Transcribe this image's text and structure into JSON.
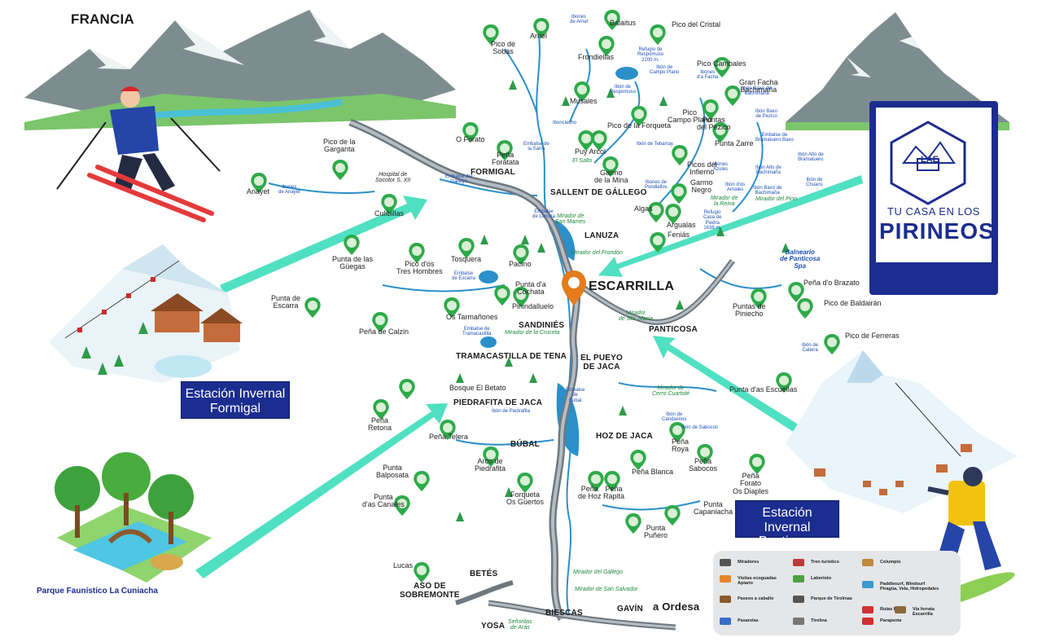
{
  "header": {
    "country": "FRANCIA"
  },
  "brand": {
    "logo_text": "LAE",
    "line1": "TU CASA EN LOS",
    "line2": "PIRINEOS"
  },
  "stations": [
    {
      "line1": "Estación Invernal",
      "line2": "Formigal"
    },
    {
      "line1": "Estación Invernal",
      "line2": "Panticosa"
    }
  ],
  "park": {
    "label": "Parque Faunístico La Cuniacha"
  },
  "towns": {
    "escarrilla": "ESCARRILLA",
    "formigal": "FORMIGAL",
    "sallent": "SALLENT DE GÁLLEGO",
    "lanuza": "LANUZA",
    "sandinies": "SANDINIÉS",
    "tramacastilla": "TRAMACASTILLA DE TENA",
    "pueyo": "EL PUEYO\nDE JACA",
    "panticosa": "PANTICOSA",
    "piedrafita": "PIEDRAFITA DE JACA",
    "bubal": "BÚBAL",
    "hoz": "HOZ DE JACA",
    "betes": "BETÉS",
    "aso": "ASO DE\nSOBREMONTE",
    "yosa": "YOSA",
    "biescas": "BIESCAS",
    "gavin": "GAVÍN",
    "ordesa": "a Ordesa"
  },
  "peaks": [
    "Pico de\nSobas",
    "Arriel",
    "Balaitus",
    "Pico del Cristal",
    "Frondiellas",
    "Pico Cambales",
    "Musales",
    "Gran Facha\nBachimaña",
    "Pico\nCampo Plano",
    "Puntas\ndel Pezico",
    "Pico de la Forqueta",
    "O Forato",
    "Peña\nForatata",
    "Puy Arcol",
    "Punta Zarre",
    "Pico de la\nGarganta",
    "Anayet",
    "Culibillas",
    "Garmo\nde la Mina",
    "Picos del\nInfierno",
    "Garmo\nNegro",
    "Algas",
    "Argualas",
    "Feniás",
    "Punta de las\nGüegas",
    "Pico d'os\nTres Hombres",
    "Tosquera",
    "Pacino",
    "Punta de\nEscarra",
    "Punta d'a\nCochata",
    "Os Tarmañones",
    "Pinindalluelo",
    "Peña de Calzin",
    "Peña d'o Brazato",
    "Puntas de\nPiniecho",
    "Pico de Baldairán",
    "Pico de Ferreras",
    "Punta d'as Escuellas",
    "Peña\nRetona",
    "Peña Telera",
    "Peña\nRoya",
    "Peña\nSabocos",
    "Punta\nBalposata",
    "Punta\nd'as Canales",
    "Arco de\nPiedrafita",
    "Forqueta\nOs Güertos",
    "Peña\nde Hoz",
    "Peña\nRapita",
    "Peña Blanca",
    "Peña\nForato\nOs Diaples",
    "Punta\nCapaniacha",
    "Punta\nPuñero",
    "Lucas",
    "Bosque El Betato"
  ],
  "water": [
    "Ibones\nde Arriel",
    "Refugio de\nRespomuso\n2200 m.",
    "Ibón de\nCampo Plano",
    "Ibón de\nRespomuso",
    "Ibones\nd'a Facha",
    "Ibón Baxo de\nBachimaña",
    "Ibón Baxo\nde Pezico",
    "Ibonciecho",
    "Embalse de\nla Sarra",
    "Ibón de Tebarray",
    "Ibones\nAzules",
    "Embalse de\nBramatuero Baxo",
    "Ibón Alto de\nBramatuero",
    "Ibón Alto de\nBachimaña",
    "Ibón de\nChuans",
    "Ibones\nde Anayet",
    "Embalse del\nGállego",
    "Ibones de\nPondiellos",
    "Ibón d'os\nArnales",
    "Refugio\nCasa de\nPiedra\n1636 m.",
    "Ibón Baxo de\nBachimaña",
    "Embalse\nde Lanuza",
    "Embalse\nde Escarra",
    "Embalse de\nTramacastilla",
    "Ibón de Piedrafita",
    "Embalse\nde\nBúbal",
    "Ibón de\nCandasnos",
    "Ibón de Sabocos",
    "Ibón de\nCatiera",
    "Hospital de\nSocotor S. XII"
  ],
  "viewpoints": [
    "El Salto",
    "Mirador de\nla Reina",
    "Mirador del Pino",
    "Mirador de\nSan Mamés",
    "Mirador del Frondón",
    "Mirador\nde Sto. María",
    "Mirador de la Cruceta",
    "Mirador de\nCerro Cuartolé",
    "Mirador del Gállego",
    "Mirador de San Salvador",
    "Señoritas\nde Arás"
  ],
  "hotel": "Balneario\nde Panticosa\nSpa",
  "legend": [
    "Miradores",
    "Tren turístico",
    "Columpio",
    "Visitas ecoguadas\nApiario",
    "Laberinto",
    "Paddlesurf, Windsurf\nPiragüa, Vela, Hidropedales",
    "Paseos a caballo",
    "Parque de Tirolinas",
    "Rutas BTT",
    "Pasarelas",
    "Tirolina",
    "Parapente",
    "Vía ferrata\nEscarrilla"
  ],
  "colors": {
    "river": "#2b8fc9",
    "road": "#8f99a3",
    "pin": "#2eaa4a",
    "arrow": "#4fe0c1",
    "station_bg": "#1b2d8f",
    "town_pin": "#e47c1c"
  }
}
